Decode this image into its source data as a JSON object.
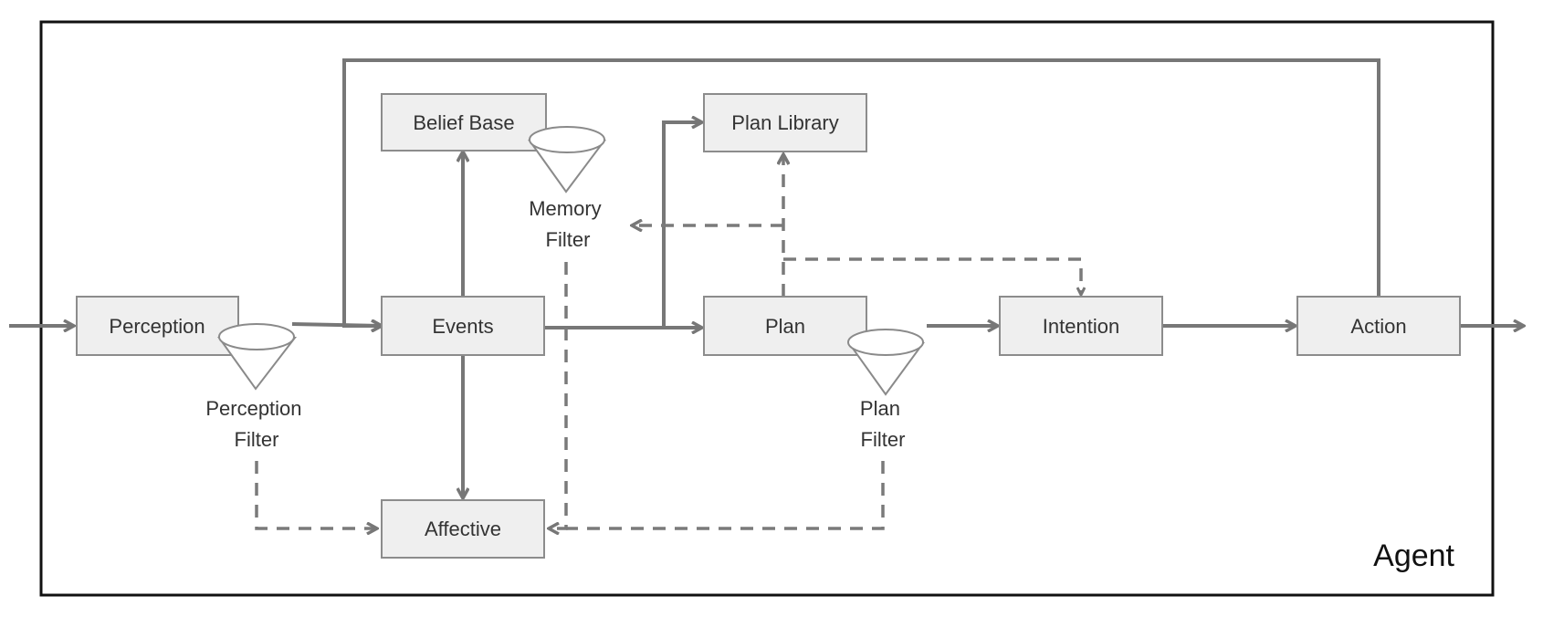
{
  "diagram": {
    "agent_label": "Agent",
    "boxes": {
      "perception": "Perception",
      "belief_base": "Belief Base",
      "events": "Events",
      "affective": "Affective",
      "plan_library": "Plan Library",
      "plan": "Plan",
      "intention": "Intention",
      "action": "Action"
    },
    "filters": {
      "perception": [
        "Perception",
        "Filter"
      ],
      "memory": [
        "Memory",
        "Filter"
      ],
      "plan": [
        "Plan",
        "Filter"
      ]
    }
  },
  "colors": {
    "box_fill": "#efefef",
    "box_stroke": "#8c8c8c",
    "arrow": "#777777",
    "frame": "#111111"
  }
}
